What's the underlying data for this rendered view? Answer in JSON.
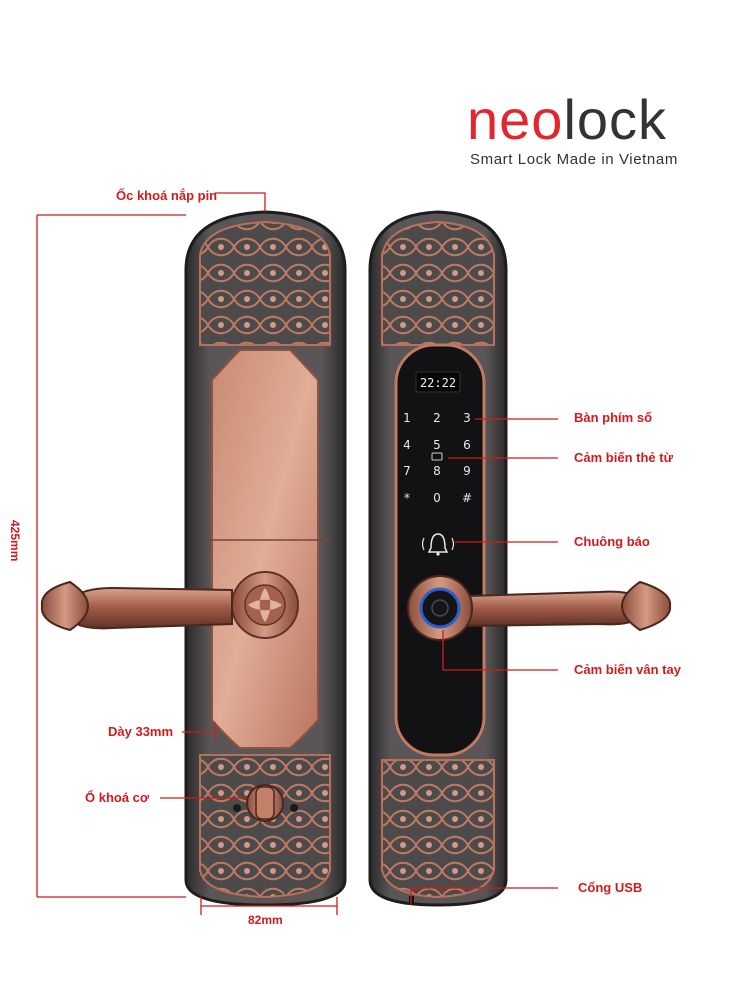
{
  "brand": {
    "name_part1": "neo",
    "name_part2": "lock",
    "tagline": "Smart Lock Made in Vietnam"
  },
  "display": {
    "time": "22:22"
  },
  "keypad": {
    "keys": [
      "1",
      "2",
      "3",
      "4",
      "5",
      "6",
      "7",
      "8",
      "9",
      "*",
      "0",
      "#"
    ]
  },
  "labels": {
    "battery_screw": "Ốc khoá nắp pin",
    "keypad": "Bàn phím số",
    "card_sensor": "Cảm biến thẻ từ",
    "doorbell": "Chuông báo",
    "fingerprint": "Cảm biến vân tay",
    "usb": "Cổng USB",
    "thickness": "Dày 33mm",
    "mech_key": "Ổ khoá cơ",
    "width": "82mm",
    "height": "425mm"
  },
  "colors": {
    "accent_red": "#d11b1b",
    "brand_red": "#e3262d",
    "copper": "#b87059",
    "dark_gray": "#4a4748",
    "glass_black": "#121214"
  }
}
